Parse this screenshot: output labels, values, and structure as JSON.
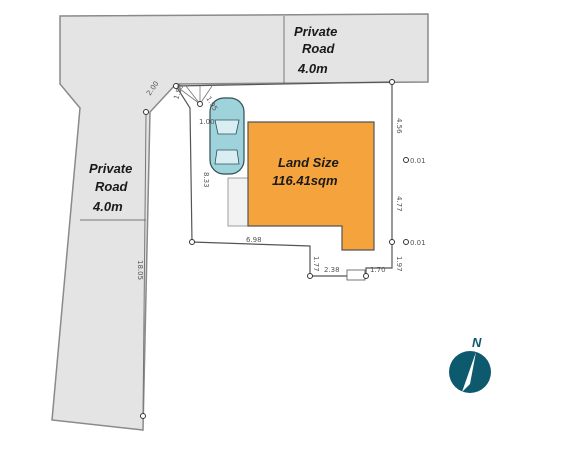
{
  "road_top": {
    "line1": "Private",
    "line2": "Road",
    "line3": "4.0m"
  },
  "road_left": {
    "line1": "Private",
    "line2": "Road",
    "line3": "4.0m"
  },
  "land": {
    "line1": "Land Size",
    "line2": "116.41sqm"
  },
  "dimensions": {
    "d_top_left": "2.00",
    "d_corner_a": "1.58",
    "d_corner_b": "1.95",
    "d_car": "1.00",
    "d_left": "8.33",
    "d_right_top": "4.56",
    "d_right_mid_a": "0.01",
    "d_right_mid": "4.77",
    "d_right_mid_b": "0.01",
    "d_bottom": "6.98",
    "d_right_bottom": "1.97",
    "d_notch_left": "1.77",
    "d_notch_bottom": "2.38",
    "d_notch_right": "1.70",
    "d_road_length": "18.05"
  },
  "compass": {
    "label": "N"
  },
  "colors": {
    "road": "#e4e4e4",
    "land": "#f5a33c",
    "car": "#9fd3dc",
    "compass": "#0d5a6e"
  }
}
